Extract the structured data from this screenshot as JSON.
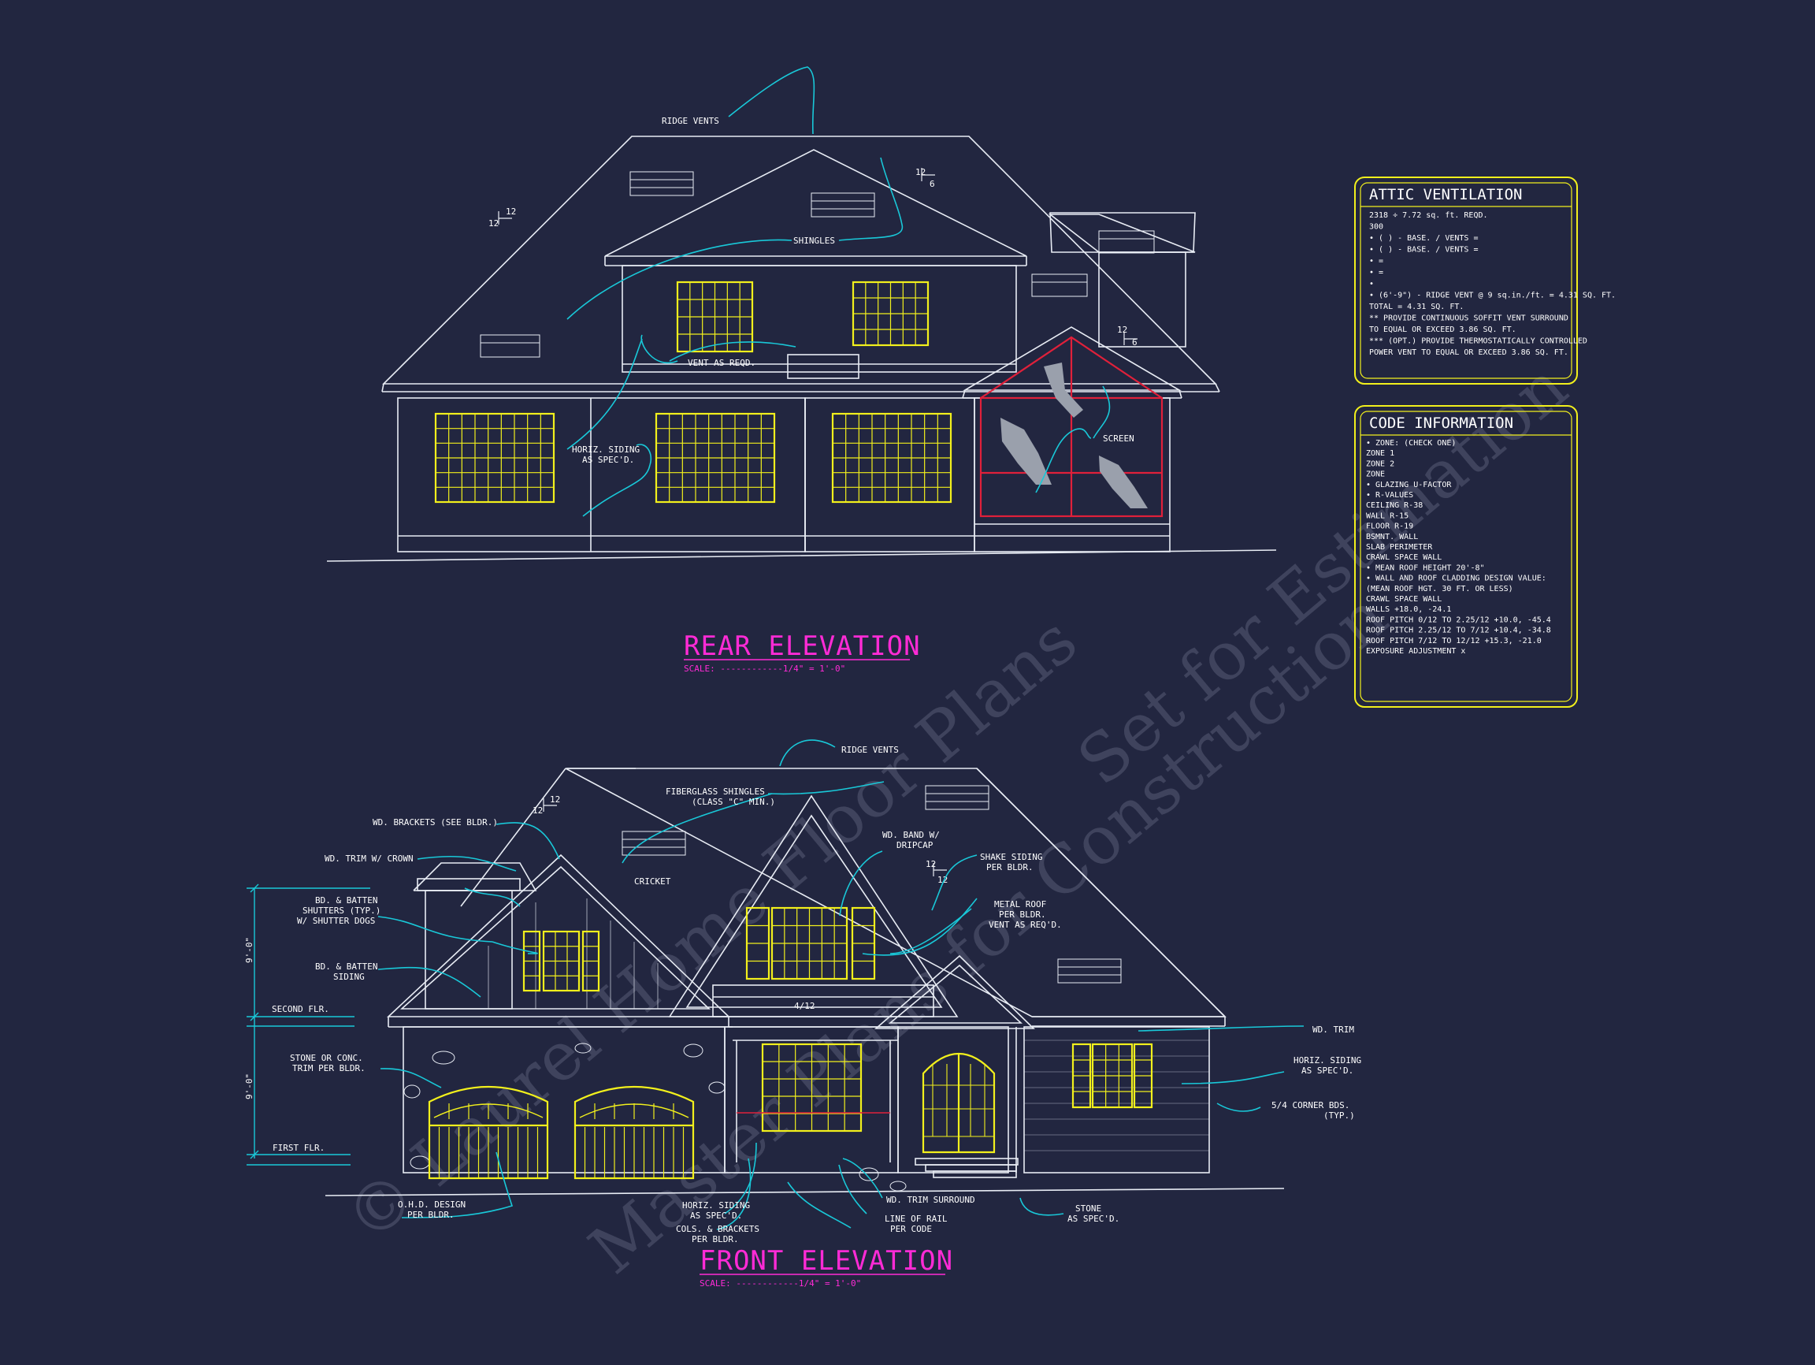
{
  "rear_elevation": {
    "title": "REAR ELEVATION",
    "scale": "SCALE: ------------1/4\" = 1'-0\"",
    "labels": {
      "ridge_vents": "RIDGE VENTS",
      "shingles": "SHINGLES",
      "vent_as_reqd": "VENT AS REQD.",
      "horiz_siding_1": "HORIZ. SIDING",
      "horiz_siding_2": "AS SPEC'D.",
      "screen": "SCREEN",
      "pitch_main_1": "12",
      "pitch_main_2": "12",
      "pitch_upper_1": "12",
      "pitch_upper_2": "6",
      "pitch_porch_1": "12",
      "pitch_porch_2": "6"
    }
  },
  "front_elevation": {
    "title": "FRONT ELEVATION",
    "scale": "SCALE: ------------1/4\" = 1'-0\"",
    "labels": {
      "ridge_vents": "RIDGE VENTS",
      "fiberglass_1": "FIBERGLASS SHINGLES",
      "fiberglass_2": "(CLASS \"C\" MIN.)",
      "wd_brackets": "WD. BRACKETS (SEE BLDR.)",
      "wd_trim_crown": "WD. TRIM W/ CROWN",
      "bd_batten_shutters_1": "BD. & BATTEN",
      "bd_batten_shutters_2": "SHUTTERS (TYP.)",
      "bd_batten_shutters_3": "W/ SHUTTER DOGS",
      "bd_batten_siding_1": "BD. & BATTEN",
      "bd_batten_siding_2": "SIDING",
      "second_flr": "SECOND FLR.",
      "stone_trim_1": "STONE OR CONC.",
      "stone_trim_2": "TRIM PER BLDR.",
      "first_flr": "FIRST FLR.",
      "ohd_design_1": "O.H.D. DESIGN",
      "ohd_design_2": "PER BLDR.",
      "cricket": "CRICKET",
      "wd_band_1": "WD. BAND W/",
      "wd_band_2": "DRIPCAP",
      "shake_siding_1": "SHAKE SIDING",
      "shake_siding_2": "PER BLDR.",
      "metal_roof_1": "METAL ROOF",
      "metal_roof_2": "PER BLDR.",
      "metal_roof_3": "VENT AS REQ'D.",
      "wd_trim": "WD. TRIM",
      "horiz_siding_r1": "HORIZ. SIDING",
      "horiz_siding_r2": "AS SPEC'D.",
      "corner_bds_1": "5/4 CORNER BDS.",
      "corner_bds_2": "(TYP.)",
      "horiz_siding_b1": "HORIZ. SIDING",
      "horiz_siding_b2": "AS SPEC'D.",
      "cols_brackets_1": "COLS. & BRACKETS",
      "cols_brackets_2": "PER BLDR.",
      "wd_trim_surround": "WD. TRIM SURROUND",
      "line_of_rail_1": "LINE OF RAIL",
      "line_of_rail_2": "PER CODE",
      "stone_spec_1": "STONE",
      "stone_spec_2": "AS SPEC'D.",
      "porch_pitch": "4/12",
      "pitch_left_1": "12",
      "pitch_left_2": "12",
      "pitch_center_1": "12",
      "pitch_center_2": "12",
      "dim_upper": "9'-0\"",
      "dim_lower": "9'-0\""
    }
  },
  "attic_ventilation": {
    "title": "ATTIC VENTILATION",
    "lines": [
      "2318 ÷ 7.72 sq. ft. REQD.",
      "300",
      "• (   ) -        BASE.   /   VENTS   =",
      "• (   ) -        BASE.   /   VENTS   =",
      "•                                    =",
      "•                                    =",
      "•",
      "• (6'-9\") - RIDGE VENT @ 9 sq.in./ft. = 4.31 SQ. FT.",
      "                          TOTAL      = 4.31 SQ. FT.",
      "** PROVIDE CONTINUOUS SOFFIT VENT SURROUND",
      "   TO EQUAL OR EXCEED  3.86 SQ. FT.",
      "*** (OPT.) PROVIDE THERMOSTATICALLY CONTROLLED",
      "    POWER VENT TO EQUAL OR EXCEED  3.86 SQ. FT."
    ]
  },
  "code_information": {
    "title": "CODE INFORMATION",
    "lines": [
      "• ZONE: (CHECK ONE)",
      "     ZONE 1",
      "     ZONE 2",
      "     ZONE",
      "• GLAZING U-FACTOR",
      "• R-VALUES",
      "     CEILING            R-38",
      "     WALL               R-15",
      "     FLOOR              R-19",
      "     BSMNT. WALL",
      "     SLAB PERIMETER",
      "     CRAWL SPACE WALL",
      "• MEAN ROOF HEIGHT  20'-8\"",
      "• WALL AND ROOF CLADDING DESIGN VALUE:",
      "  (MEAN ROOF HGT. 30 FT. OR LESS)",
      "     CRAWL SPACE WALL",
      "     WALLS                   +18.0, -24.1",
      "     ROOF PITCH 0/12 TO 2.25/12   +10.0, -45.4",
      "     ROOF PITCH 2.25/12 TO 7/12   +10.4, -34.8",
      "     ROOF PITCH 7/12 TO 12/12     +15.3, -21.0",
      "     EXPOSURE ADJUSTMENT          x"
    ]
  },
  "watermark": {
    "line1": "© Laurel Home Floor Plans",
    "line2": "Master Plans for Construction",
    "line3": "Set for Estimation"
  },
  "colors": {
    "background": "#222640",
    "linework": "#e8ecf4",
    "windows": "#f2f01c",
    "leaders": "#19c8d8",
    "titles": "#ff2bd6",
    "screen_frame": "#e0203a",
    "panel_border": "#f2f01c",
    "dimension": "#19c8d8"
  }
}
